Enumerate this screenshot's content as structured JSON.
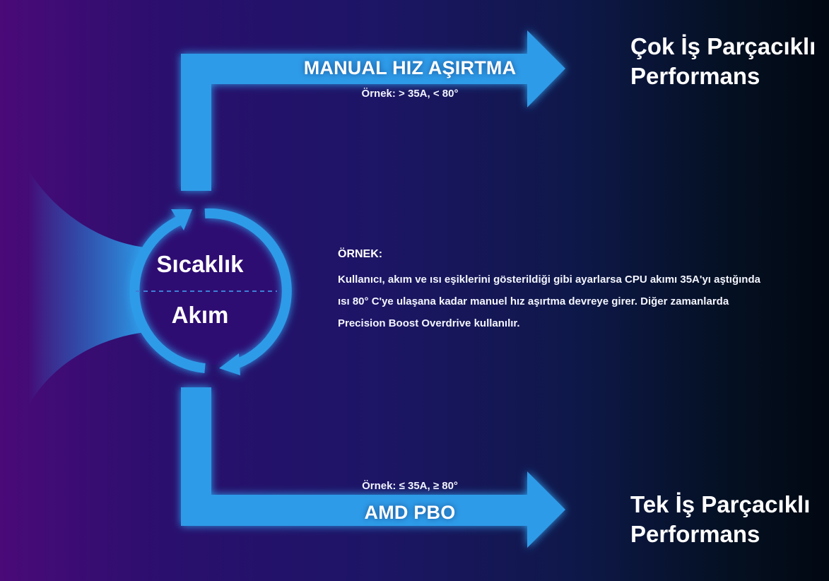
{
  "top_arrow": {
    "label": "MANUAL HIZ AŞIRTMA",
    "example": "Örnek: > 35A, < 80°"
  },
  "top_outcome": {
    "line1": "Çok İş Parçacıklı",
    "line2": "Performans"
  },
  "bottom_arrow": {
    "label": "AMD PBO",
    "example": "Örnek: ≤ 35A, ≥ 80°"
  },
  "bottom_outcome": {
    "line1": "Tek İş Parçacıklı",
    "line2": "Performans"
  },
  "cycle": {
    "upper_label": "Sıcaklık",
    "lower_label": "Akım"
  },
  "note": {
    "title": "ÖRNEK:",
    "body": "Kullanıcı, akım ve ısı eşiklerini gösterildiği gibi ayarlarsa CPU akımı 35A'yı aştığında ısı 80° C'ye ulaşana kadar manuel hız aşırtma devreye girer. Diğer zamanlarda Precision Boost Overdrive kullanılır."
  },
  "colors": {
    "arrow_blue": "#2f9be8",
    "glow": "#3a7bff",
    "background_left": "#4a0a78",
    "background_right": "#020812"
  }
}
